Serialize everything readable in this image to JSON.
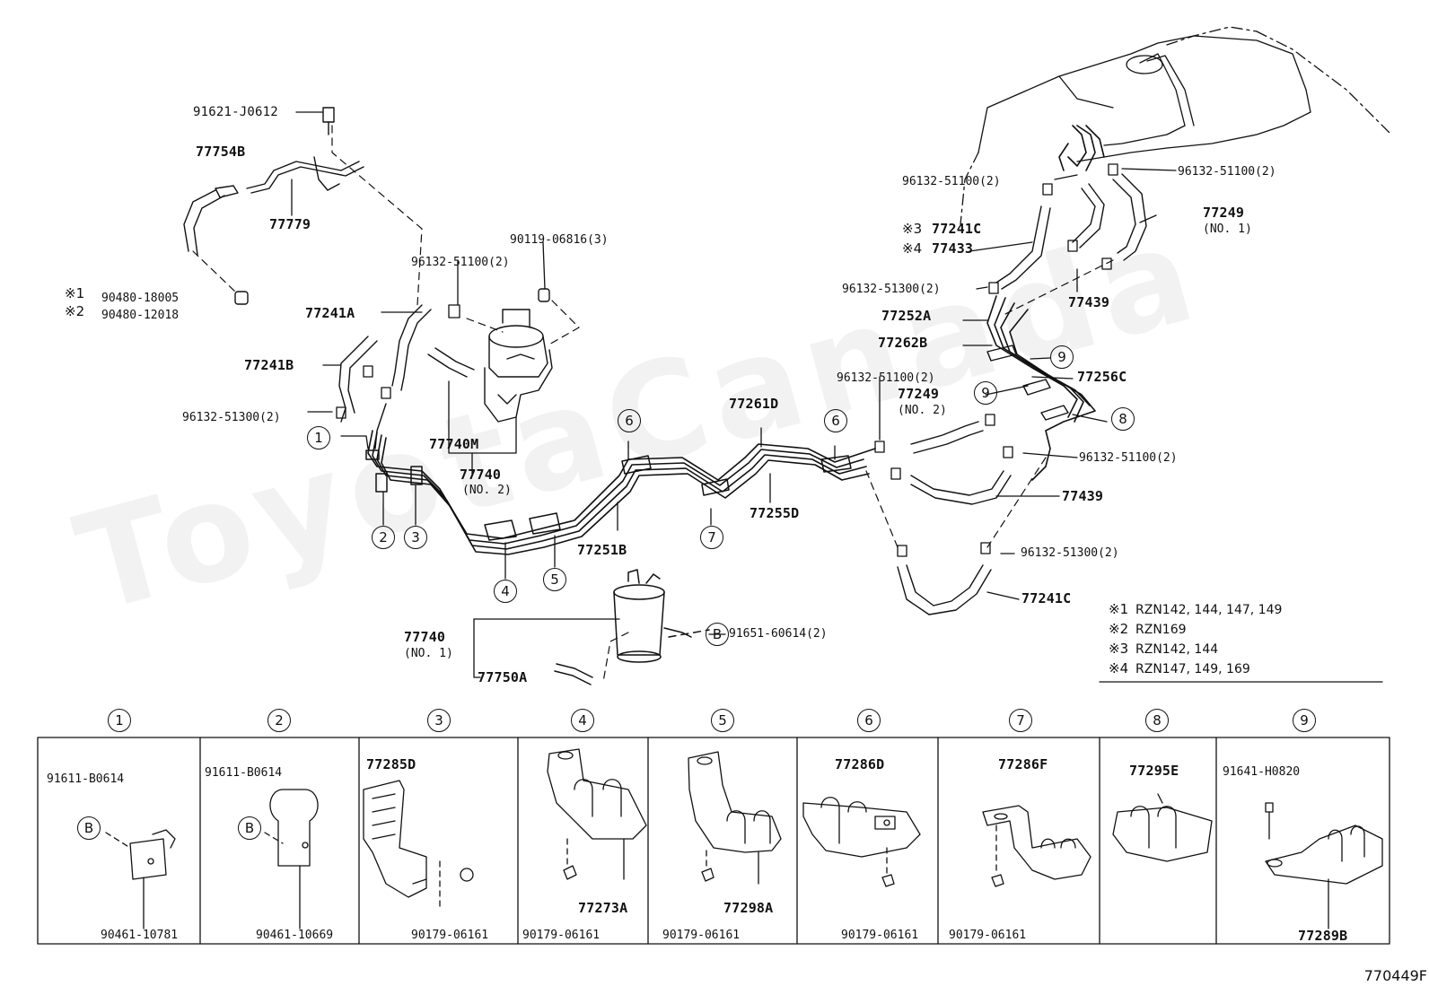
{
  "watermark": "ToyotaCanada",
  "diagram_code": "770449F",
  "callouts": {
    "p91621": "91621-J0612",
    "p77754B": "77754B",
    "p77779": "77779",
    "p90480a": "90480-18005",
    "p90480b": "90480-12018",
    "p90119": "90119-06816(3)",
    "p96132_top": "96132-51100(2)",
    "p77241A": "77241A",
    "p77241B": "77241B",
    "p96132_left": "96132-51300(2)",
    "p77740M": "77740M",
    "p77740": "77740",
    "p77740_no2": "(NO. 2)",
    "p77251B": "77251B",
    "p77261D": "77261D",
    "p77255D": "77255D",
    "p77740b": "77740",
    "p77740_no1": "(NO. 1)",
    "p77750A": "77750A",
    "p91651": "91651-60614(2)",
    "p96132_tr1": "96132-51100(2)",
    "p96132_tr2": "96132-51100(2)",
    "p77249": "77249",
    "p77249_no1": "(NO. 1)",
    "p77241C_top": "77241C",
    "p77433": "77433",
    "p96132_r1": "96132-51300(2)",
    "p77439_top": "77439",
    "p77252A": "77252A",
    "p77262B": "77262B",
    "p77256C": "77256C",
    "p96132_mid": "96132-51100(2)",
    "p77249_2": "77249",
    "p77249_no2": "(NO. 2)",
    "p96132_r2": "96132-51100(2)",
    "p77439_bot": "77439",
    "p96132_r3": "96132-51300(2)",
    "p77241C_bot": "77241C"
  },
  "markers": {
    "m1": "※1",
    "m2": "※2",
    "m3": "※3",
    "m4": "※4"
  },
  "notes": [
    {
      "mark": "※1",
      "text": "RZN142, 144, 147, 149"
    },
    {
      "mark": "※2",
      "text": "RZN169"
    },
    {
      "mark": "※3",
      "text": "RZN142, 144"
    },
    {
      "mark": "※4",
      "text": "RZN147, 149, 169"
    }
  ],
  "circled": {
    "n1": "1",
    "n2": "2",
    "n3": "3",
    "n4": "4",
    "n5": "5",
    "n6a": "6",
    "n6b": "6",
    "n7": "7",
    "n8": "8",
    "n9a": "9",
    "n9b": "9",
    "b1": "B",
    "b2": "B",
    "b3": "B"
  },
  "table": {
    "headers": [
      "1",
      "2",
      "3",
      "4",
      "5",
      "6",
      "7",
      "8",
      "9"
    ],
    "cells": [
      {
        "top": "91611-B0614",
        "bottom": "90461-10781",
        "mark": "B"
      },
      {
        "top": "91611-B0614",
        "bottom": "90461-10669",
        "mark": "B"
      },
      {
        "top": "77285D",
        "bottom": "90179-06161"
      },
      {
        "top": "77273A",
        "bottom": "90179-06161"
      },
      {
        "top": "77298A",
        "bottom": "90179-06161"
      },
      {
        "top": "77286D",
        "bottom": "90179-06161"
      },
      {
        "top": "77286F",
        "bottom": "90179-06161"
      },
      {
        "top": "77295E",
        "bottom": ""
      },
      {
        "top": "91641-H0820",
        "bottom": "77289B"
      }
    ]
  }
}
